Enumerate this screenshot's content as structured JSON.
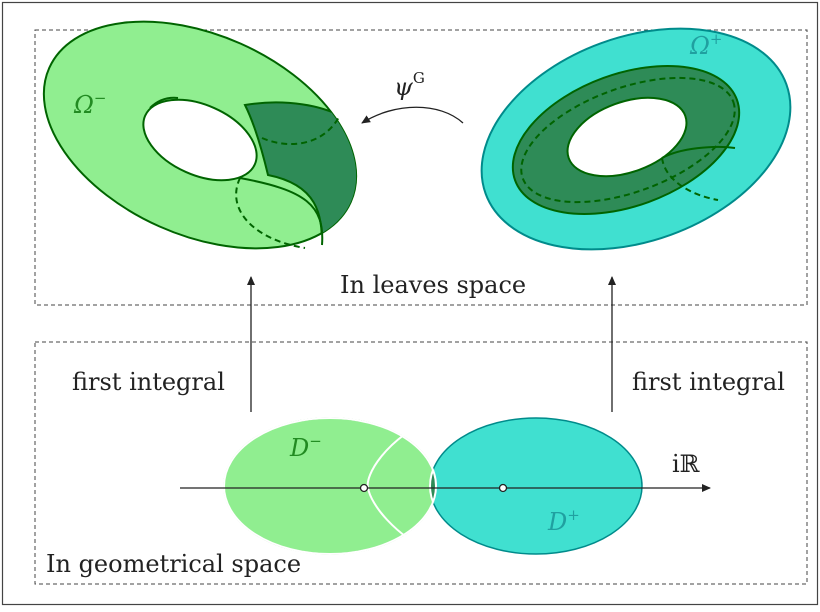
{
  "top_panel": {
    "caption": "In leaves space",
    "left_torus_label": "Ω",
    "left_torus_sup": "−",
    "right_torus_label": "Ω",
    "right_torus_sup": "+",
    "map_label": "ψ",
    "map_sup": "G"
  },
  "bottom_panel": {
    "caption": "In geometrical space",
    "left_arrow_label": "first integral",
    "right_arrow_label": "first integral",
    "left_disk_label": "D",
    "left_disk_sup": "−",
    "right_disk_label": "D",
    "right_disk_sup": "+",
    "axis_label": "iℝ"
  },
  "colors": {
    "light_green": "#90ee90",
    "dark_green": "#2e8b57",
    "turquoise": "#40e0d0",
    "green_stroke": "#006400",
    "teal_stroke": "#008b8b",
    "label_green": "#228b22",
    "label_teal": "#20a0a0"
  }
}
